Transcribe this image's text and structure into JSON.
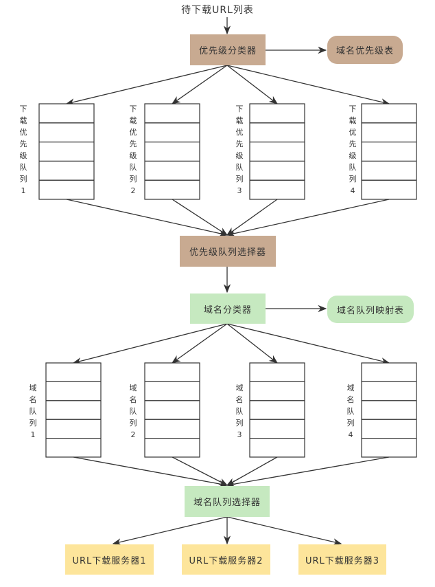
{
  "input_label": "待下载URL列表",
  "priority_classifier": "优先级分类器",
  "domain_priority_table": "域名优先级表",
  "priority_queues": [
    "下载优先级队列1",
    "下载优先级队列2",
    "下载优先级队列3",
    "下载优先级队列4"
  ],
  "priority_queue_selector": "优先级队列选择器",
  "domain_classifier": "域名分类器",
  "domain_queue_map": "域名队列映射表",
  "domain_queues": [
    "域名队列1",
    "域名队列2",
    "域名队列3",
    "域名队列4"
  ],
  "domain_queue_selector": "域名队列选择器",
  "servers": [
    "URL下载服务器1",
    "URL下载服务器2",
    "URL下载服务器3"
  ],
  "colors": {
    "brown": "#c8aa91",
    "green": "#c6e9c0",
    "yellow": "#fde59b",
    "line": "#333333"
  }
}
